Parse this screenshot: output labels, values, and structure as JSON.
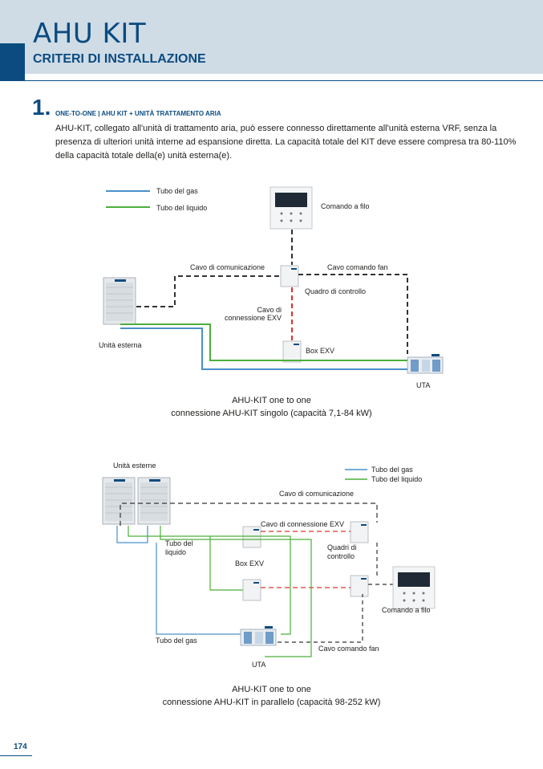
{
  "header": {
    "title": "AHU KIT",
    "subtitle": "CRITERI DI INSTALLAZIONE"
  },
  "section": {
    "number": "1.",
    "title": "ONE-TO-ONE | AHU KIT + UNITÀ TRATTAMENTO ARIA",
    "body": "AHU-KIT, collegato all'unità di trattamento aria, può essere connesso direttamente all'unità esterna VRF, senza la presenza di ulteriori unità interne ad espansione diretta. La capacità totale del KIT deve essere compresa tra 80-110% della capacità totale della(e) unità esterna(e)."
  },
  "colors": {
    "brand": "#0b4b80",
    "header_bg": "#cfdce6",
    "gas_pipe": "#4a90c9",
    "liquid_pipe": "#4caf3a",
    "comm_cable": "#333333",
    "exv_cable": "#d9342b"
  },
  "diagram1": {
    "legend_gas": "Tubo del gas",
    "legend_liquid": "Tubo del liquido",
    "wired_controller": "Comando a filo",
    "comm_cable": "Cavo di comunicazione",
    "fan_cable": "Cavo comando fan",
    "control_panel": "Quadro di controllo",
    "exv_cable_line1": "Cavo di",
    "exv_cable_line2": "connessione EXV",
    "outdoor_unit": "Unità esterna",
    "exv_box": "Box EXV",
    "ahu": "UTA",
    "caption_line1": "AHU-KIT one to one",
    "caption_line2": "connessione AHU-KIT singolo (capacità 7,1-84 kW)"
  },
  "diagram2": {
    "outdoor_units": "Unità esterne",
    "legend_gas": "Tubo del gas",
    "legend_liquid": "Tubo del liquido",
    "comm_cable": "Cavo di comunicazione",
    "exv_cable": "Cavo di connessione EXV",
    "liquid_pipe_line1": "Tubo del",
    "liquid_pipe_line2": "liquido",
    "control_panels_line1": "Quadri di",
    "control_panels_line2": "controllo",
    "exv_box": "Box EXV",
    "wired_controller": "Comando a filo",
    "gas_pipe": "Tubo del gas",
    "fan_cable": "Cavo comando fan",
    "ahu": "UTA",
    "caption_line1": "AHU-KIT one to one",
    "caption_line2": "connessione AHU-KIT in parallelo (capacità 98-252 kW)"
  },
  "footer": {
    "page_number": "174"
  }
}
